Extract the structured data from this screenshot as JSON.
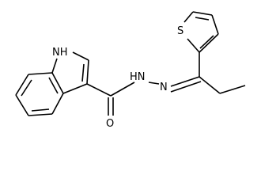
{
  "molecule": {
    "atoms": {
      "nh": "NH",
      "hn": "HN",
      "n_imine": "N",
      "o": "O",
      "s": "S"
    }
  }
}
